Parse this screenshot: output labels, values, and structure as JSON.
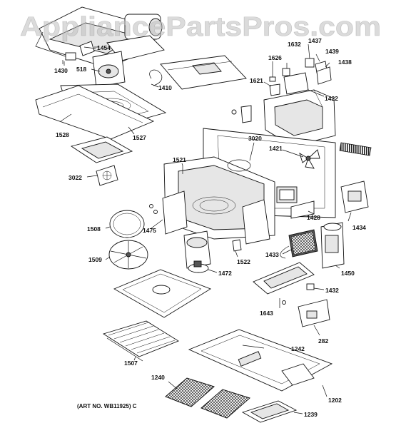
{
  "watermark": "AppliancePartsPros.com",
  "art_number": "(ART NO. WB11925) C",
  "part_labels": {
    "p1454": "1454",
    "p1430": "1430",
    "p518": "518",
    "p1410": "1410",
    "p1632": "1632",
    "p1437": "1437",
    "p1439": "1439",
    "p1438": "1438",
    "p1626": "1626",
    "p1621": "1621",
    "p1422": "1422",
    "p1528": "1528",
    "p1527": "1527",
    "p3020": "3020",
    "p1421": "1421",
    "p3022": "3022",
    "p1521": "1521",
    "p1428": "1428",
    "p1434": "1434",
    "p1508": "1508",
    "p1475": "1475",
    "p1509": "1509",
    "p1522": "1522",
    "p1433": "1433",
    "p1450": "1450",
    "p1472": "1472",
    "p1432": "1432",
    "p1643": "1643",
    "p282": "282",
    "p1242": "1242",
    "p1507": "1507",
    "p1202": "1202",
    "p1240": "1240",
    "p1239": "1239"
  }
}
